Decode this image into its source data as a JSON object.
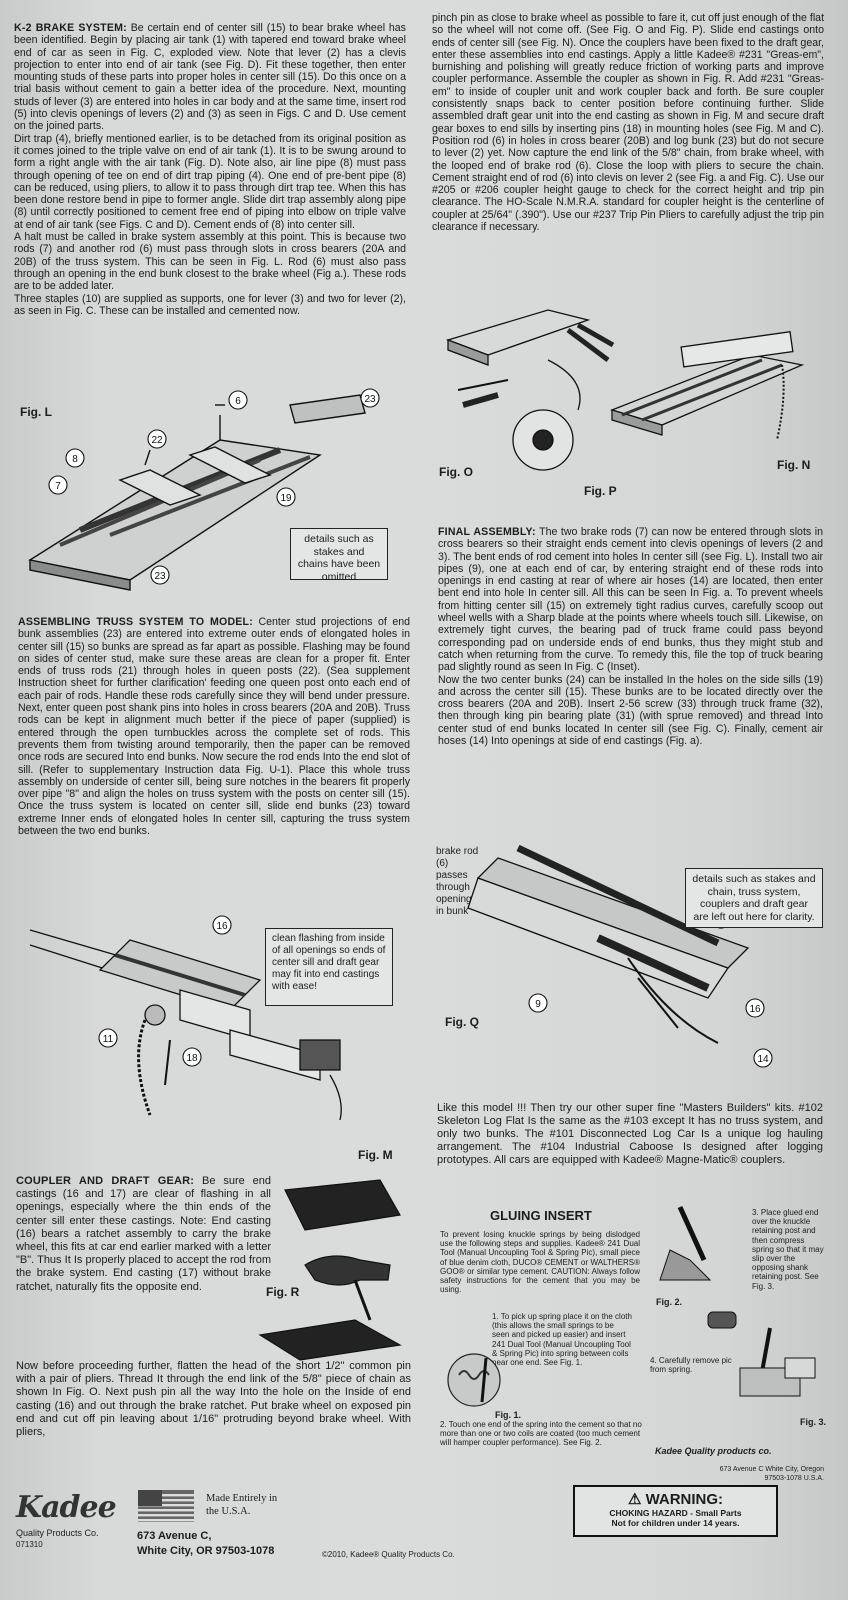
{
  "left_top": {
    "p1_heading": "K-2 BRAKE SYSTEM:",
    "p1": "Be certain end of center sill (15) to bear brake wheel has been identified. Begin by placing air tank (1) with tapered end toward brake wheel end of car as seen in Fig. C, exploded view. Note that lever (2) has a clevis projection to enter into end of air tank (see Fig. D). Fit these together, then enter mounting studs of these parts into proper holes in center sill (15). Do this once on a trial basis without cement to gain a better idea of the procedure. Next, mounting studs of lever (3) are entered into holes in car body and at the same time, insert rod (5) into clevis openings of levers (2) and (3) as seen in Figs. C and D. Use cement on the joined parts.",
    "p2": "Dirt trap (4), briefly mentioned earlier, is to be detached from its original position as it comes joined to the triple valve on end of air tank (1). It is to be swung around to form a right angle with the air tank (Fig. D). Note also, air line pipe (8) must pass through opening of tee on end of dirt trap piping (4). One end of pre-bent pipe (8) can be reduced, using pliers, to allow it to pass through dirt trap tee. When this has been done restore bend in pipe to former angle. Slide dirt trap assembly along pipe (8) until correctly positioned to cement free end of piping into elbow on triple valve at end of air tank (see Figs. C and D). Cement ends of (8) into center sill.",
    "p3": "A halt must be called in brake system assembly at this point. This is because two rods (7) and another rod (6) must pass through slots in cross bearers (20A and 20B) of the truss system. This can be seen in Fig. L. Rod (6) must also pass through an opening in the end bunk closest to the brake wheel (Fig a.). These rods are to be added later.",
    "p4": "Three staples (10) are supplied as supports, one for lever (3) and two for lever (2), as seen in Fig. C. These can be installed and cemented now."
  },
  "right_top": {
    "p1": "pinch pin as close to brake wheel as possible to fare it, cut off just enough of the flat so the wheel will not come off. (See Fig. O and Fig. P). Slide end castings onto ends of center sill (see Fig. N). Once the couplers have been fixed to the draft gear, enter these assemblies into end castings. Apply a little Kadee® #231 \"Greas-em\", burnishing and polishing will greatly reduce friction of working parts and improve coupler performance. Assemble the coupler as shown in Fig. R. Add #231 \"Greas-em\" to inside of coupler unit and work coupler back and forth. Be sure coupler consistently snaps back to center position before continuing further. Slide assembled draft gear unit into the end casting as shown in Fig. M and secure draft gear boxes to end sills by inserting pins (18) in mounting holes (see Fig. M and C). Position rod (6) in holes in cross bearer (20B) and log bunk (23) but do not secure to lever (2) yet. Now capture the end link of the 5/8\" chain, from brake wheel, with the looped end of brake rod (6). Close the loop with pliers to secure the chain. Cement straight end of rod (6) into clevis on lever 2 (see Fig. a and Fig. C). Use our #205 or #206 coupler height gauge to check for the correct height and trip pin clearance. The HO-Scale N.M.R.A. standard for coupler height is the centerline of coupler at 25/64\" (.390\"). Use our #237 Trip Pin Pliers to carefully adjust the trip pin clearance if necessary."
  },
  "figures": {
    "fig_l": "Fig. L",
    "fig_o": "Fig. O",
    "fig_p": "Fig. P",
    "fig_n": "Fig. N",
    "fig_m": "Fig. M",
    "fig_q": "Fig. Q",
    "fig_r": "Fig. R",
    "note_l": "details such as stakes and chains have been omitted",
    "note_m": "clean flashing from inside of all openings so ends of center sill and draft gear may fit into end castings with ease!",
    "note_q": "details such as stakes and chain, truss system, couplers and draft gear are left out here for clarity.",
    "q_side": "brake rod (6) passes through opening in bunk",
    "callouts": {
      "c23a": "23",
      "c6": "6",
      "c22": "22",
      "c8": "8",
      "c7": "7",
      "c19": "19",
      "c23b": "23",
      "c16": "16",
      "c11": "11",
      "c18": "18",
      "q9": "9",
      "q16": "16",
      "q14": "14"
    }
  },
  "truss": {
    "heading": "ASSEMBLING TRUSS SYSTEM TO MODEL:",
    "body": "Center stud projections of end bunk assemblies (23) are entered into extreme outer ends of elongated holes in center sill (15) so bunks are spread as far apart as possible. Flashing may be found on sides of center stud, make sure these areas are clean for a proper fit. Enter ends of truss rods (21) through holes in queen posts (22). (Sea supplement Instruction sheet for further clarification' feeding one queen post onto each end of each pair of rods. Handle these rods carefully since they will bend under pressure. Next, enter queen post shank pins into holes in cross bearers (20A and 20B). Truss rods can be kept in alignment much better if the piece of paper (supplied) is entered through the open turnbuckles across the complete set of rods. This prevents them from twisting around temporarily, then the paper can be removed once rods are secured Into end bunks. Now secure the rod ends Into the end slot of sill. (Refer to supplementary Instruction data Fig. U-1). Place this whole truss assembly on underside of center sill, being sure notches in the bearers fit properly over pipe \"8\" and align the holes on truss system with the posts on center sill (15). Once the truss system is located on center sill, slide end bunks (23) toward extreme Inner ends of elongated holes In center sill, capturing the truss system between the two end bunks."
  },
  "final": {
    "heading": "FINAL ASSEMBLY:",
    "p1": "The two brake rods (7) can now be entered through slots in cross bearers so their straight ends cement into clevis openings of levers (2 and 3). The bent ends of rod cement into holes In center sill (see Fig. L). Install two air pipes (9), one at each end of car, by entering straight end of these rods into openings in end casting at rear of where air hoses (14) are located, then enter bent end into hole In center sill. All this can be seen In Fig. a. To prevent wheels from hitting center sill (15) on extremely tight radius curves, carefully scoop out wheel wells with a Sharp blade at the points where wheels touch sill. Likewise, on extremely tight curves, the bearing pad of truck frame could pass beyond corresponding pad on underside ends of end bunks, thus they might stub and catch when returning from the curve. To remedy this, file the top of truck bearing pad slightly round as seen In Fig. C (Inset).",
    "p2": "Now the two center bunks (24) can be installed In the holes on the side sills (19) and across the center sill (15). These bunks are to be located directly over the cross bearers (20A and 20B). Insert 2-56 screw (33) through truck frame (32), then through king pin bearing plate (31) (with sprue removed) and thread Into center stud of end bunks located In center sill (see Fig. C). Finally, cement air hoses (14) Into openings at side of end castings (Fig. a)."
  },
  "promo": "Like this model !!! Then try our other super fine \"Masters Builders\" kits. #102 Skeleton Log Flat Is the same as the #103 except It has no truss system, and only two bunks. The #101 Disconnected Log Car Is a unique log hauling arrangement. The #104 Industrial Caboose Is designed after logging prototypes. All cars are equipped with Kadee® Magne-Matic® couplers.",
  "coupler": {
    "heading": "COUPLER AND DRAFT GEAR:",
    "body": "Be sure end castings (16 and 17) are clear of flashing in all openings, especially where the thin ends of the center sill enter these castings. Note: End casting (16) bears a ratchet assembly to carry the brake wheel, this fits at car end earlier marked with a letter \"B\". Thus It Is properly placed to accept the rod from the brake system. End casting (17) without brake ratchet, naturally fits the opposite end.",
    "body2": "Now before proceeding further, flatten the head of the short 1/2\" common pin with a pair of pliers. Thread It through the end link of the 5/8\" piece of chain as shown In Fig. O. Next push pin all the way Into the hole on the Inside of end casting (16) and out through the brake ratchet. Put brake wheel on exposed pin end and cut off pin leaving about 1/16\" protruding beyond brake wheel. With pliers,"
  },
  "gluing": {
    "title": "GLUING INSERT",
    "intro": "To prevent losing knuckle springs by being dislodged use the following steps and supplies. Kadee® 241 Dual Tool (Manual Uncoupling Tool & Spring Pic), small piece of blue denim cloth, DUCO® CEMENT or WALTHERS® GOO® or similar type cement. CAUTION: Always follow safety instructions for the cement that you may be using.",
    "step1": "1. To pick up spring place it on the cloth (this allows the small springs to be seen and picked up easier) and insert 241 Dual Tool (Manual Uncoupling Tool & Spring Pic) into spring between coils near one end. See Fig. 1.",
    "step2": "2. Touch one end of the spring into the cement so that no more than one or two coils are coated (too much cement will hamper coupler performance). See Fig. 2.",
    "step3": "3. Place glued end over the knuckle retaining post and then compress spring so that it may slip over the opposing shank retaining post. See Fig. 3.",
    "step4": "4. Carefully remove pic from spring.",
    "fig1": "Fig. 1.",
    "fig2": "Fig. 2.",
    "fig3": "Fig. 3.",
    "brand_small": "Kadee Quality products co.",
    "address_small": "673 Avenue C White City, Oregon 97503-1078 U.S.A."
  },
  "footer": {
    "logo": "Kadee",
    "logo_sub": "Quality Products Co.",
    "code": "071310",
    "made": "Made Entirely in the U.S.A.",
    "addr1": "673 Avenue C,",
    "addr2": "White City, OR 97503-1078",
    "copyright": "©2010, Kadee® Quality Products Co."
  },
  "warning": {
    "title": "WARNING:",
    "line1": "CHOKING HAZARD - Small Parts",
    "line2": "Not for children under 14 years."
  }
}
